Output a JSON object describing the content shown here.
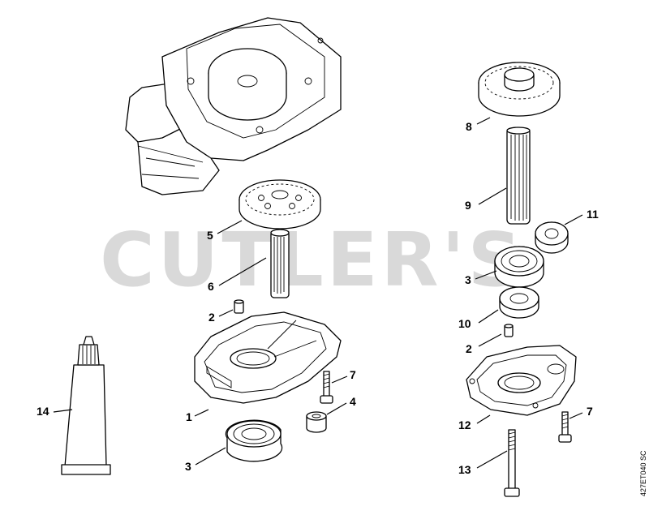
{
  "watermark": "CUTLER'S",
  "drawing_code": "427ET040 SC",
  "callouts": {
    "c8": "8",
    "c9": "9",
    "c11": "11",
    "c3a": "3",
    "c10": "10",
    "c2a": "2",
    "c7a": "7",
    "c12": "12",
    "c13": "13",
    "c5": "5",
    "c6": "6",
    "c2b": "2",
    "c7b": "7",
    "c4": "4",
    "c1": "1",
    "c3b": "3",
    "c14": "14"
  },
  "colors": {
    "line": "#000000",
    "background": "#ffffff",
    "watermark": "#d9d9d9"
  }
}
